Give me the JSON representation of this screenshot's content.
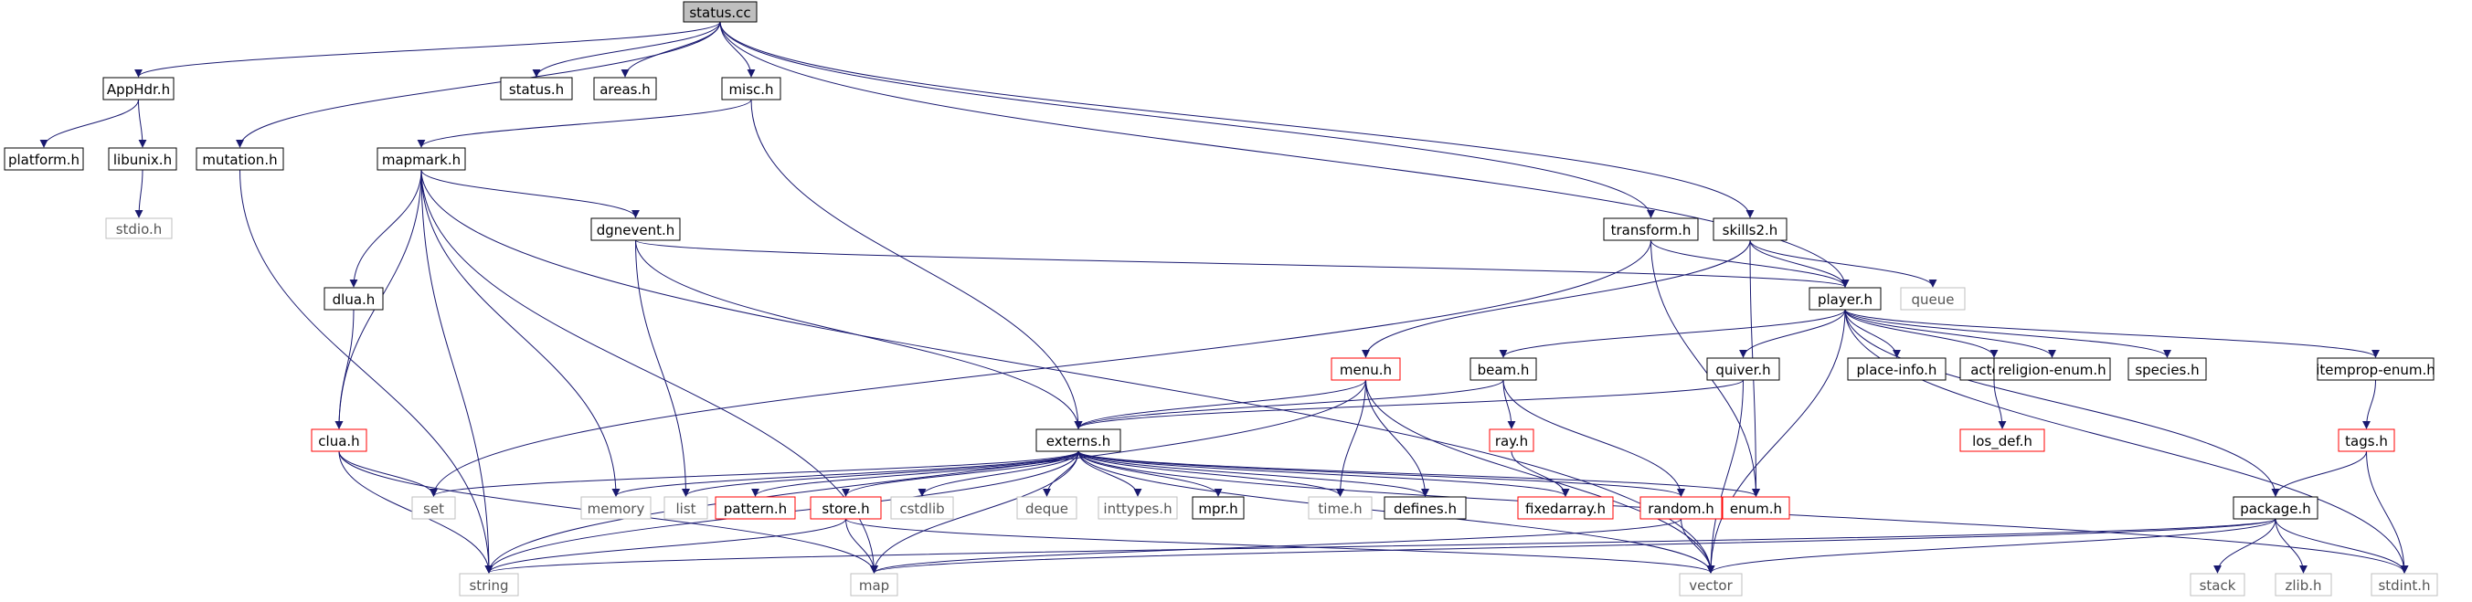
{
  "title": "status.cc",
  "colors": {
    "edge": "#191970",
    "box_default": "#000000",
    "box_truncated": "#ff0000",
    "box_external": "#bfbfbf",
    "root_fill": "#bfbfbf",
    "text": "#000000",
    "text_external": "#555555"
  },
  "nodes": [
    {
      "id": "status_cc",
      "label": "status.cc",
      "kind": "root"
    },
    {
      "id": "apphdr_h",
      "label": "AppHdr.h",
      "kind": "default"
    },
    {
      "id": "status_h",
      "label": "status.h",
      "kind": "default"
    },
    {
      "id": "areas_h",
      "label": "areas.h",
      "kind": "default"
    },
    {
      "id": "misc_h",
      "label": "misc.h",
      "kind": "default"
    },
    {
      "id": "platform_h",
      "label": "platform.h",
      "kind": "default"
    },
    {
      "id": "libunix_h",
      "label": "libunix.h",
      "kind": "default"
    },
    {
      "id": "mutation_h",
      "label": "mutation.h",
      "kind": "default"
    },
    {
      "id": "mapmark_h",
      "label": "mapmark.h",
      "kind": "default"
    },
    {
      "id": "stdio_h",
      "label": "stdio.h",
      "kind": "external"
    },
    {
      "id": "dgnevent_h",
      "label": "dgnevent.h",
      "kind": "default"
    },
    {
      "id": "transform_h",
      "label": "transform.h",
      "kind": "default"
    },
    {
      "id": "skills2_h",
      "label": "skills2.h",
      "kind": "default"
    },
    {
      "id": "dlua_h",
      "label": "dlua.h",
      "kind": "default"
    },
    {
      "id": "player_h",
      "label": "player.h",
      "kind": "default"
    },
    {
      "id": "queue",
      "label": "queue",
      "kind": "external"
    },
    {
      "id": "menu_h",
      "label": "menu.h",
      "kind": "truncated"
    },
    {
      "id": "beam_h",
      "label": "beam.h",
      "kind": "default"
    },
    {
      "id": "quiver_h",
      "label": "quiver.h",
      "kind": "default"
    },
    {
      "id": "place_info_h",
      "label": "place-info.h",
      "kind": "default"
    },
    {
      "id": "actor_h",
      "label": "actor.h",
      "kind": "default"
    },
    {
      "id": "religion_enum_h",
      "label": "religion-enum.h",
      "kind": "default"
    },
    {
      "id": "species_h",
      "label": "species.h",
      "kind": "default"
    },
    {
      "id": "itemprop_enum_h",
      "label": "itemprop-enum.h",
      "kind": "default"
    },
    {
      "id": "clua_h",
      "label": "clua.h",
      "kind": "truncated"
    },
    {
      "id": "ray_h",
      "label": "ray.h",
      "kind": "truncated"
    },
    {
      "id": "externs_h",
      "label": "externs.h",
      "kind": "default"
    },
    {
      "id": "los_def_h",
      "label": "los_def.h",
      "kind": "truncated"
    },
    {
      "id": "tags_h",
      "label": "tags.h",
      "kind": "truncated"
    },
    {
      "id": "set",
      "label": "set",
      "kind": "external"
    },
    {
      "id": "memory",
      "label": "memory",
      "kind": "external"
    },
    {
      "id": "list",
      "label": "list",
      "kind": "external"
    },
    {
      "id": "pattern_h",
      "label": "pattern.h",
      "kind": "truncated"
    },
    {
      "id": "store_h",
      "label": "store.h",
      "kind": "truncated"
    },
    {
      "id": "cstdlib",
      "label": "cstdlib",
      "kind": "external"
    },
    {
      "id": "deque",
      "label": "deque",
      "kind": "external"
    },
    {
      "id": "inttypes_h",
      "label": "inttypes.h",
      "kind": "external"
    },
    {
      "id": "mpr_h",
      "label": "mpr.h",
      "kind": "default"
    },
    {
      "id": "time_h",
      "label": "time.h",
      "kind": "external"
    },
    {
      "id": "defines_h",
      "label": "defines.h",
      "kind": "default"
    },
    {
      "id": "fixedarray_h",
      "label": "fixedarray.h",
      "kind": "truncated"
    },
    {
      "id": "random_h",
      "label": "random.h",
      "kind": "truncated"
    },
    {
      "id": "enum_h",
      "label": "enum.h",
      "kind": "truncated"
    },
    {
      "id": "package_h",
      "label": "package.h",
      "kind": "default"
    },
    {
      "id": "string",
      "label": "string",
      "kind": "external"
    },
    {
      "id": "map",
      "label": "map",
      "kind": "external"
    },
    {
      "id": "vector",
      "label": "vector",
      "kind": "external"
    },
    {
      "id": "stack",
      "label": "stack",
      "kind": "external"
    },
    {
      "id": "zlib_h",
      "label": "zlib.h",
      "kind": "external"
    },
    {
      "id": "stdint_h",
      "label": "stdint.h",
      "kind": "external"
    }
  ],
  "edges": [
    [
      "status_cc",
      "apphdr_h"
    ],
    [
      "status_cc",
      "status_h"
    ],
    [
      "status_cc",
      "areas_h"
    ],
    [
      "status_cc",
      "misc_h"
    ],
    [
      "status_cc",
      "mutation_h"
    ],
    [
      "status_cc",
      "transform_h"
    ],
    [
      "status_cc",
      "skills2_h"
    ],
    [
      "status_cc",
      "player_h"
    ],
    [
      "apphdr_h",
      "platform_h"
    ],
    [
      "apphdr_h",
      "libunix_h"
    ],
    [
      "libunix_h",
      "stdio_h"
    ],
    [
      "mutation_h",
      "string"
    ],
    [
      "misc_h",
      "mapmark_h"
    ],
    [
      "misc_h",
      "externs_h"
    ],
    [
      "mapmark_h",
      "dgnevent_h"
    ],
    [
      "mapmark_h",
      "dlua_h"
    ],
    [
      "mapmark_h",
      "clua_h"
    ],
    [
      "mapmark_h",
      "memory"
    ],
    [
      "mapmark_h",
      "string"
    ],
    [
      "mapmark_h",
      "map"
    ],
    [
      "mapmark_h",
      "vector"
    ],
    [
      "dgnevent_h",
      "player_h"
    ],
    [
      "dgnevent_h",
      "list"
    ],
    [
      "dgnevent_h",
      "externs_h"
    ],
    [
      "dlua_h",
      "clua_h"
    ],
    [
      "clua_h",
      "set"
    ],
    [
      "clua_h",
      "string"
    ],
    [
      "clua_h",
      "map"
    ],
    [
      "transform_h",
      "player_h"
    ],
    [
      "transform_h",
      "set"
    ],
    [
      "transform_h",
      "enum_h"
    ],
    [
      "skills2_h",
      "player_h"
    ],
    [
      "skills2_h",
      "queue"
    ],
    [
      "skills2_h",
      "menu_h"
    ],
    [
      "skills2_h",
      "enum_h"
    ],
    [
      "player_h",
      "beam_h"
    ],
    [
      "player_h",
      "quiver_h"
    ],
    [
      "player_h",
      "place_info_h"
    ],
    [
      "player_h",
      "actor_h"
    ],
    [
      "player_h",
      "religion_enum_h"
    ],
    [
      "player_h",
      "species_h"
    ],
    [
      "player_h",
      "itemprop_enum_h"
    ],
    [
      "player_h",
      "package_h"
    ],
    [
      "player_h",
      "vector"
    ],
    [
      "player_h",
      "stdint_h"
    ],
    [
      "menu_h",
      "externs_h"
    ],
    [
      "menu_h",
      "string"
    ],
    [
      "menu_h",
      "time_h"
    ],
    [
      "menu_h",
      "defines_h"
    ],
    [
      "menu_h",
      "vector"
    ],
    [
      "beam_h",
      "externs_h"
    ],
    [
      "beam_h",
      "ray_h"
    ],
    [
      "beam_h",
      "random_h"
    ],
    [
      "quiver_h",
      "externs_h"
    ],
    [
      "quiver_h",
      "vector"
    ],
    [
      "ray_h",
      "fixedarray_h"
    ],
    [
      "actor_h",
      "los_def_h"
    ],
    [
      "itemprop_enum_h",
      "tags_h"
    ],
    [
      "tags_h",
      "package_h"
    ],
    [
      "tags_h",
      "stdint_h"
    ],
    [
      "externs_h",
      "set"
    ],
    [
      "externs_h",
      "memory"
    ],
    [
      "externs_h",
      "list"
    ],
    [
      "externs_h",
      "pattern_h"
    ],
    [
      "externs_h",
      "store_h"
    ],
    [
      "externs_h",
      "cstdlib"
    ],
    [
      "externs_h",
      "deque"
    ],
    [
      "externs_h",
      "inttypes_h"
    ],
    [
      "externs_h",
      "mpr_h"
    ],
    [
      "externs_h",
      "time_h"
    ],
    [
      "externs_h",
      "defines_h"
    ],
    [
      "externs_h",
      "fixedarray_h"
    ],
    [
      "externs_h",
      "random_h"
    ],
    [
      "externs_h",
      "enum_h"
    ],
    [
      "externs_h",
      "string"
    ],
    [
      "externs_h",
      "map"
    ],
    [
      "externs_h",
      "vector"
    ],
    [
      "externs_h",
      "stdint_h"
    ],
    [
      "store_h",
      "string"
    ],
    [
      "store_h",
      "map"
    ],
    [
      "store_h",
      "vector"
    ],
    [
      "random_h",
      "map"
    ],
    [
      "random_h",
      "vector"
    ],
    [
      "package_h",
      "string"
    ],
    [
      "package_h",
      "map"
    ],
    [
      "package_h",
      "vector"
    ],
    [
      "package_h",
      "stack"
    ],
    [
      "package_h",
      "zlib_h"
    ],
    [
      "package_h",
      "stdint_h"
    ]
  ]
}
